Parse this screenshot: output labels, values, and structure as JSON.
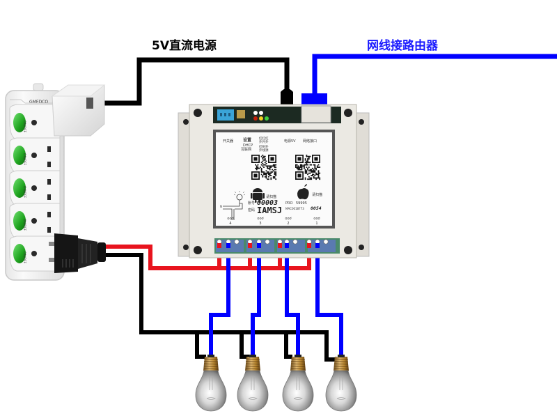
{
  "labels": {
    "power_supply": "5V直流电源",
    "network": "网线接路由器"
  },
  "colors": {
    "live_wire": "#e8141e",
    "load_wire": "#0000ff",
    "neutral_wire": "#000000",
    "network_cable": "#0000ff",
    "power_strip_switch": "#2db52d"
  },
  "power_strip": {
    "brand": "GMEDCO",
    "outlet_count": 5,
    "switch_label": "ON/OFF"
  },
  "relay_module": {
    "header_left": "开关器",
    "header_config": "设置",
    "header_dhcp": "DHCP",
    "header_internet": "互联网",
    "header_ir1": "红红红",
    "header_ir2": "外外外",
    "header_ir3": "红射外",
    "header_ir4": "外线源",
    "header_power": "电源5V",
    "header_network": "网络接口",
    "android_label": "请扫描",
    "ios_label": "请扫描",
    "account_label": "账号",
    "account_value": "00003",
    "password_label": "密码",
    "password_value": "IAMSJ",
    "pro_label": "PRO",
    "pro_value": "59995",
    "mac_label": "MAC",
    "mac_value": "0018773",
    "mac_suffix": "0054",
    "channels": [
      "4",
      "3",
      "2",
      "1"
    ],
    "terminal_glyph": "ooơ"
  },
  "bulbs": [
    {
      "id": 1,
      "channel": "4"
    },
    {
      "id": 2,
      "channel": "3"
    },
    {
      "id": 3,
      "channel": "2"
    },
    {
      "id": 4,
      "channel": "1"
    }
  ]
}
